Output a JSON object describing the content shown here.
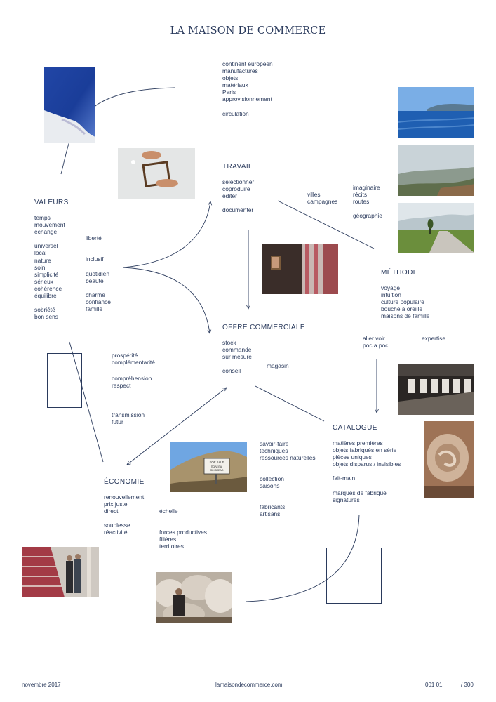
{
  "page": {
    "title": "LA MAISON DE COMMERCE"
  },
  "top_list": [
    "continent européen",
    "manufactures",
    "objets",
    "matériaux",
    "Paris",
    "approvisionnement",
    "",
    "circulation"
  ],
  "travail": {
    "heading": "TRAVAIL",
    "items": [
      "sélectionner",
      "coproduire",
      "éditer",
      "",
      "documenter"
    ]
  },
  "methode_aside": {
    "col1": [
      "villes",
      "campagnes"
    ],
    "col2": [
      "imaginaire",
      "récits",
      "routes",
      "",
      "géographie"
    ]
  },
  "valeurs": {
    "heading": "VALEURS",
    "col1": [
      "temps",
      "mouvement",
      "échange",
      "",
      "universel",
      "local",
      "nature",
      "soin",
      "simplicité",
      "sérieux",
      "cohérence",
      "équilibre",
      "",
      "sobriété",
      "bon sens"
    ],
    "col2a": [
      "liberté"
    ],
    "col2b": [
      "inclusif"
    ],
    "col2c": [
      "quotidien",
      "beauté"
    ],
    "col2d": [
      "charme",
      "confiance",
      "famille"
    ]
  },
  "methode": {
    "heading": "MÉTHODE",
    "items": [
      "voyage",
      "intuition",
      "culture populaire",
      "bouche à oreille",
      "maisons de famille"
    ],
    "aside_left": [
      "aller voir",
      "poc a poc"
    ],
    "aside_right": [
      "expertise"
    ]
  },
  "offre": {
    "heading": "OFFRE COMMERCIALE",
    "items": [
      "stock",
      "commande",
      "sur mesure",
      "",
      "conseil"
    ],
    "aside": [
      "magasin"
    ]
  },
  "transition_left": {
    "g1": [
      "prospérité",
      "complémentarité"
    ],
    "g2": [
      "compréhension",
      "respect"
    ],
    "g3": [
      "transmission",
      "futur"
    ]
  },
  "catalogue": {
    "heading": "CATALOGUE",
    "items": [
      "matières premières",
      "objets fabriqués en série",
      "pièces uniques",
      "objets disparus / invisibles",
      "",
      "fait-main",
      "",
      "marques de fabrique",
      "signatures"
    ]
  },
  "middle_list": {
    "g1": [
      "savoir-faire",
      "techniques",
      "ressources naturelles"
    ],
    "g2": [
      "collection",
      "saisons"
    ],
    "g3": [
      "fabricants",
      "artisans"
    ]
  },
  "economie": {
    "heading": "ÉCONOMIE",
    "items": [
      "renouvellement",
      "prix juste",
      "direct",
      "",
      "souplesse",
      "réactivité"
    ],
    "aside1": [
      "échelle"
    ],
    "aside2": [
      "forces productives",
      "filières",
      "territoires"
    ]
  },
  "sign_text": [
    "FOR SALE",
    "ΠΩΛΕΙΤΑΙ",
    "ΟΙΚΟΠΕΔΟ"
  ],
  "footer": {
    "date": "novembre 2017",
    "site": "lamaisondecommerce.com",
    "code": "001 01",
    "total": "/ 300"
  },
  "colors": {
    "ink": "#2a3a5c",
    "background": "#ffffff"
  }
}
